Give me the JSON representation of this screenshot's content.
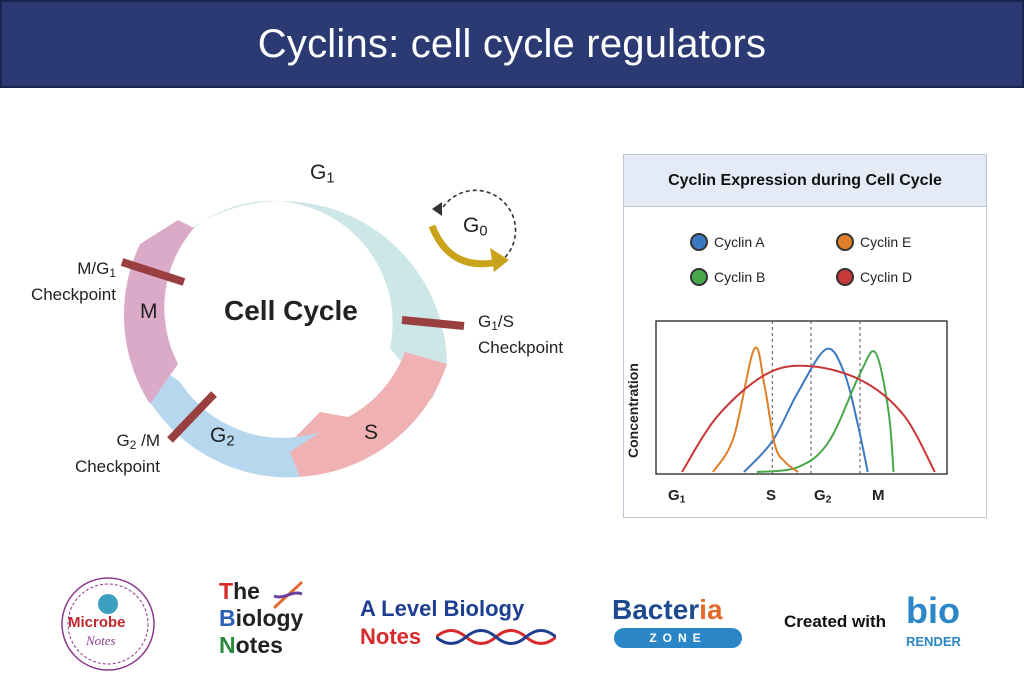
{
  "title": "Cyclins: cell cycle regulators",
  "cycle": {
    "center": "Cell Cycle",
    "phases": {
      "g1": "G",
      "g1_sub": "1",
      "s": "S",
      "g2": "G",
      "g2_sub": "2",
      "m": "M",
      "g0": "G",
      "g0_sub": "0"
    },
    "checkpoints": {
      "mg1_a": "M/G",
      "mg1_sub": "1",
      "mg1_b": "Checkpoint",
      "g1s_a": "G",
      "g1s_sub": "1",
      "g1s_c": "/S",
      "g1s_b": "Checkpoint",
      "g2m_a": "G",
      "g2m_sub": "2",
      "g2m_c": " /M",
      "g2m_b": "Checkpoint"
    },
    "colors": {
      "g1": "#cde6e8",
      "s": "#f0b1b3",
      "g2": "#b7d7ee",
      "m": "#dcaac9",
      "checkpoint": "#9a3f3f",
      "g0_arrow": "#c9a41a"
    }
  },
  "chart_data": {
    "type": "line",
    "title": "Cyclin Expression during Cell Cycle",
    "ylabel": "Concentration",
    "x_ticks": [
      {
        "main": "G",
        "sub": "1"
      },
      {
        "main": "S",
        "sub": ""
      },
      {
        "main": "G",
        "sub": "2"
      },
      {
        "main": "M",
        "sub": ""
      }
    ],
    "xlim": [
      0,
      100
    ],
    "ylim": [
      0,
      100
    ],
    "tick_positions": [
      0,
      35,
      50,
      69
    ],
    "series": [
      {
        "name": "Cyclin A",
        "color": "#3a78c2",
        "x": [
          24,
          35,
          45,
          56,
          63,
          68,
          72
        ],
        "y": [
          0,
          25,
          65,
          100,
          80,
          40,
          0
        ]
      },
      {
        "name": "Cyclin B",
        "color": "#49a84a",
        "x": [
          29,
          45,
          57,
          69,
          75,
          80,
          82
        ],
        "y": [
          0,
          4,
          25,
          80,
          97,
          50,
          0
        ]
      },
      {
        "name": "Cyclin E",
        "color": "#e07f2a",
        "x": [
          12,
          20,
          28,
          32,
          36,
          40,
          45
        ],
        "y": [
          0,
          28,
          100,
          70,
          22,
          8,
          0
        ]
      },
      {
        "name": "Cyclin D",
        "color": "#c83838",
        "x": [
          0,
          14,
          33,
          50,
          70,
          86,
          98
        ],
        "y": [
          0,
          46,
          80,
          86,
          74,
          46,
          0
        ]
      }
    ]
  },
  "logos": {
    "microbe_a": "Microbe",
    "microbe_b": "Notes",
    "tbn_1a": "T",
    "tbn_1b": "he",
    "tbn_2a": "B",
    "tbn_2b": "iology",
    "tbn_3a": "N",
    "tbn_3b": "otes",
    "alevel_1": "A Level Biology",
    "alevel_2": "Notes",
    "bact_a": "Bacter",
    "bact_b": "ia",
    "bact_zone": "ZONE",
    "created": "Created with",
    "bio": "bio",
    "render": "RENDER"
  }
}
